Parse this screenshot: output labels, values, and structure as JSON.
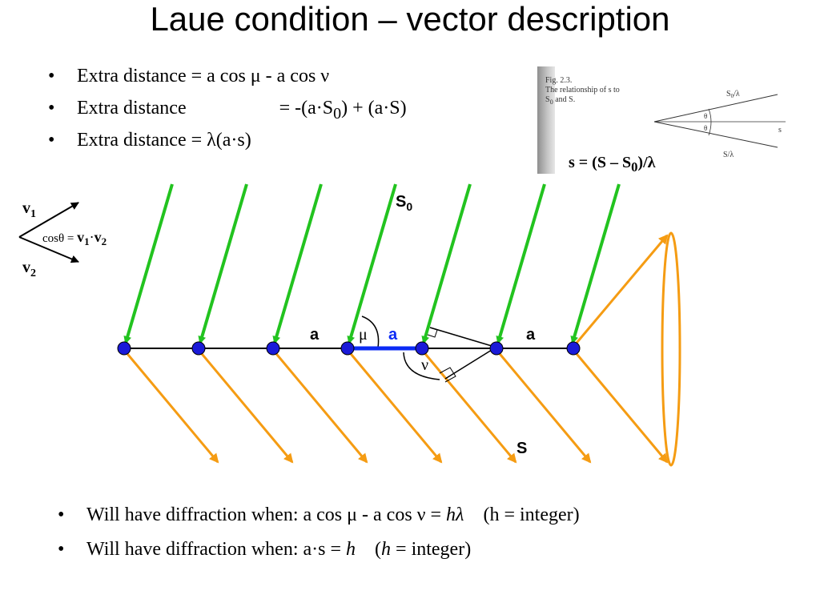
{
  "title": "Laue condition – vector description",
  "bullet_marker": "•",
  "top_bullets": [
    {
      "label": "Extra distance",
      "eq": " = a cos μ - a cos ν"
    },
    {
      "label": "Extra distance",
      "eq": " = -(a·S",
      "sub": "0",
      "tail": ") + (a·S)"
    },
    {
      "label": "Extra distance",
      "eq": " = λ(a·s)"
    }
  ],
  "figure": {
    "caption_line1": "Fig. 2.3.",
    "caption_line2": "The relationship of s to",
    "caption_line3": "S",
    "caption_sub": "0",
    "caption_line3_tail": " and S.",
    "label_s0": "S",
    "label_s0_sub": "0",
    "label_s0_tail": "/λ",
    "label_s": "S/λ",
    "label_theta": "θ",
    "label_svec": "s",
    "formula_main": "s = (S – S",
    "formula_sub": "0",
    "formula_tail": ")/λ"
  },
  "vector_inset": {
    "v1": "v",
    "v1_sub": "1",
    "v2": "v",
    "v2_sub": "2",
    "cos_prefix": "cosθ = ",
    "cos_v1": "v",
    "cos_v1_sub": "1",
    "cos_dot": "·",
    "cos_v2": "v",
    "cos_v2_sub": "2"
  },
  "diagram": {
    "label_s0": "S",
    "label_s0_sub": "0",
    "label_s": "S",
    "label_a": "a",
    "label_mu": "μ",
    "label_nu": "ν",
    "colors": {
      "incident": "#22c31f",
      "scattered": "#f59c13",
      "highlight_vector": "#0b2bf5",
      "atom": "#1a1ad8",
      "line": "#000000"
    }
  },
  "bottom_bullets": [
    {
      "text": "Will have diffraction when: a cos μ - a cos ν = ",
      "italic": "hλ",
      "tail": "    (h = integer)"
    },
    {
      "text": "Will have diffraction when: a·s = ",
      "italic": "h",
      "tail_open": "    (",
      "tail_italic": "h",
      "tail_close": " = integer)"
    }
  ]
}
